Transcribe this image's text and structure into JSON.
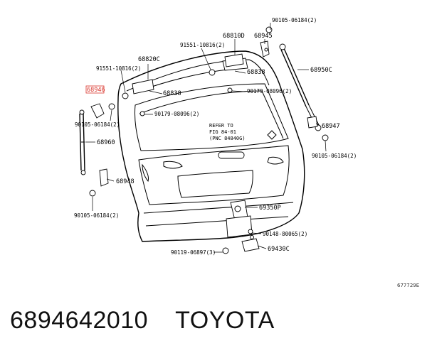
{
  "diagram": {
    "labels": {
      "p90105_top": "90105-06184(2)",
      "p68810D": "68810D",
      "p68945": "68945",
      "p91551_top": "91551-10816(2)",
      "p68820C": "68820C",
      "p68838_right": "68838",
      "p68950C": "68950C",
      "p91551_left": "91551-10816(2)",
      "p68946": "68946",
      "p68838_left": "68838",
      "p90179_right": "90179-08096(2)",
      "p90179_mid": "90179-08096(2)",
      "p90105_left": "90105-06184(2)",
      "p68947": "68947",
      "p68960": "68960",
      "p90105_right": "90105-06184(2)",
      "p68948": "68948",
      "p90105_bottom": "90105-06184(2)",
      "p69350P": "69350P",
      "p90148": "90148-80065(2)",
      "p69430C": "69430C",
      "p90119": "90119-06897(3)"
    },
    "refer_note": [
      "REFER TO",
      "FIG 84-01",
      "(PNC 84840G)"
    ],
    "diagram_code": "677729E",
    "highlight_color": "#d9342b"
  },
  "caption": {
    "part_number": "6894642010",
    "brand": "TOYOTA"
  }
}
